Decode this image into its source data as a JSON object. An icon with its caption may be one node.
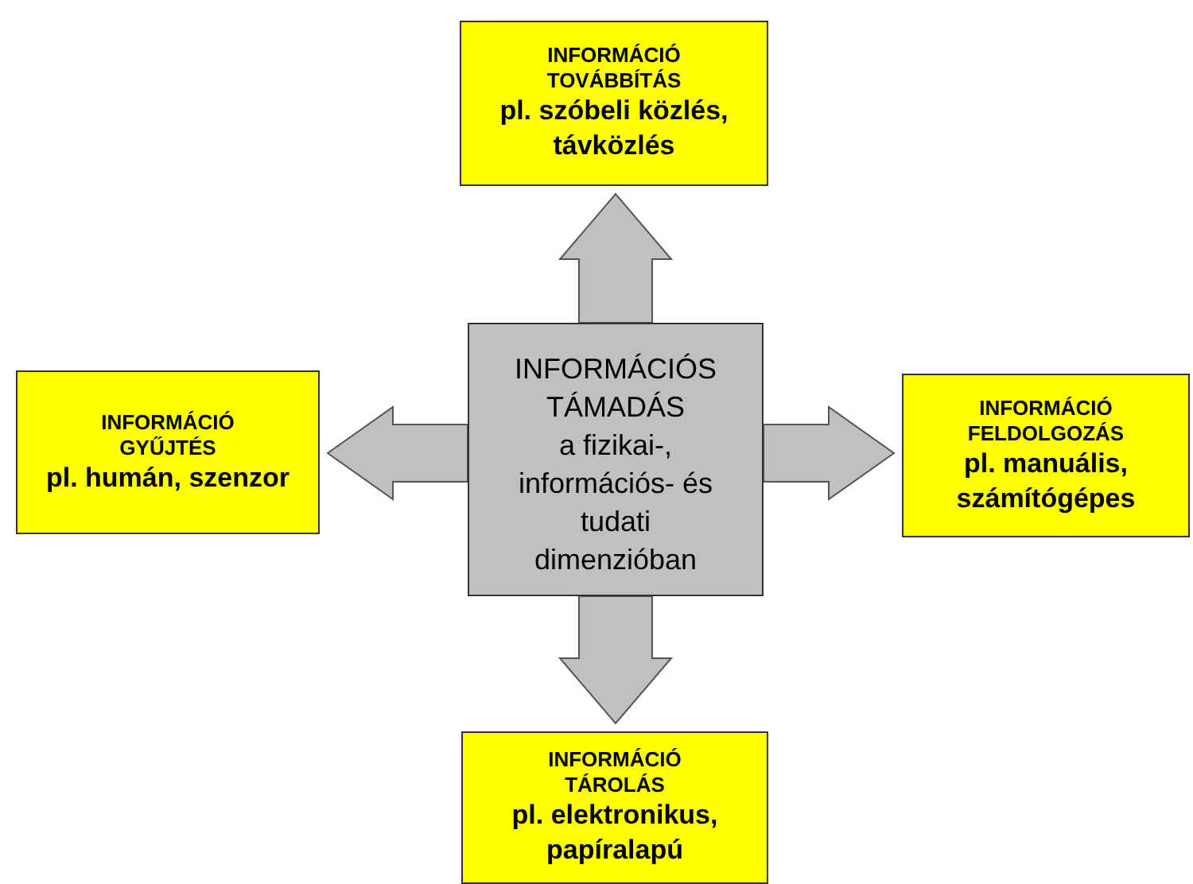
{
  "diagram": {
    "nodes": [
      {
        "text": [
          "INFORMÁCIÓ TOVÁBBÍTÁS",
          "pl. szóbeli közlés, távközlés"
        ]
      },
      {
        "text": [
          "INFORMÁCIÓ GYŰJTÉS",
          "pl. humán, szenzor"
        ]
      },
      {
        "text": [
          "INFORMÁCIÓS TÁMADÁS",
          "a fizikai-, információs- és tudati dimenzióban"
        ]
      },
      {
        "text": [
          "INFORMÁCIÓ FELDOLGOZÁS",
          "pl. manuális, számítógépes"
        ]
      },
      {
        "text": [
          "INFORMÁCIÓ TÁROLÁS",
          "pl. elektronikus, papíralapú"
        ]
      }
    ],
    "edges": [
      {
        "from": 2,
        "to": 0,
        "arrow": "to"
      },
      {
        "from": 2,
        "to": 1,
        "arrow": "to"
      },
      {
        "from": 2,
        "to": 3,
        "arrow": "to"
      },
      {
        "from": 2,
        "to": 4,
        "arrow": "to"
      }
    ]
  }
}
